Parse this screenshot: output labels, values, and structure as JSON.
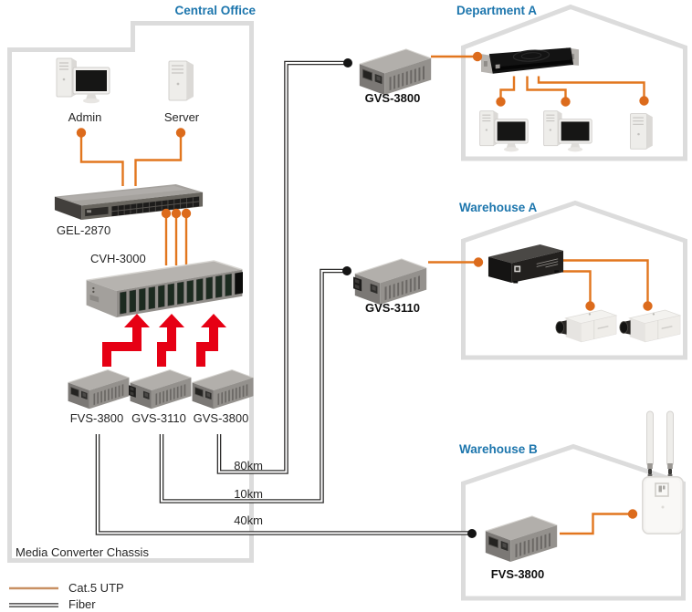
{
  "areas": {
    "central_office": "Central Office",
    "department_a": "Department A",
    "warehouse_a": "Warehouse A",
    "warehouse_b": "Warehouse B"
  },
  "central": {
    "admin_label": "Admin",
    "server_label": "Server",
    "switch_label": "GEL-2870",
    "chassis_label": "CVH-3000",
    "chassis_note": "Media Converter Chassis",
    "converters": {
      "fvs3800": "FVS-3800",
      "gvs3110": "GVS-3110",
      "gvs3800": "GVS-3800"
    }
  },
  "remote": {
    "gvs3800": "GVS-3800",
    "gvs3110": "GVS-3110",
    "fvs3800": "FVS-3800"
  },
  "links": {
    "fiber_80km": "80km",
    "fiber_10km": "10km",
    "fiber_40km": "40km"
  },
  "legend": {
    "cat5": "Cat.5 UTP",
    "fiber": "Fiber"
  },
  "colors": {
    "heading_blue": "#1d76ad",
    "cat5_orange": "#e2761e",
    "legend_tan": "#c89063",
    "fiber_dark": "#2f2e2d",
    "arrow_red": "#e60014",
    "outline_gray": "#dcdcdc"
  }
}
